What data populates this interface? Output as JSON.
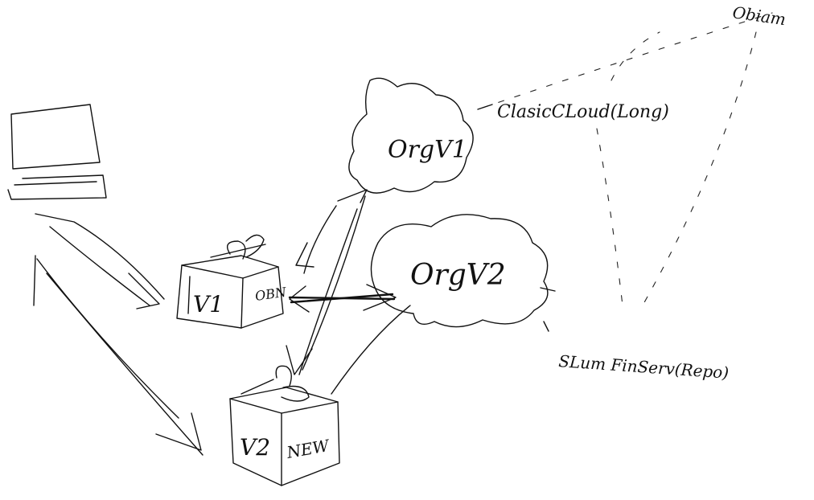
{
  "labels": {
    "org_v1": "OrgV1",
    "org_v2": "OrgV2",
    "classic_cloud": "ClasicCLoud(Long)",
    "slum_fin_serv": "SLum FinServ(Repo)",
    "oblam": "Obiam",
    "v1": "V1",
    "v1_tag": "OBN",
    "v2": "V2",
    "v2_tag": "NEW"
  },
  "colors": {
    "ink": "#111111",
    "background": "#ffffff"
  }
}
